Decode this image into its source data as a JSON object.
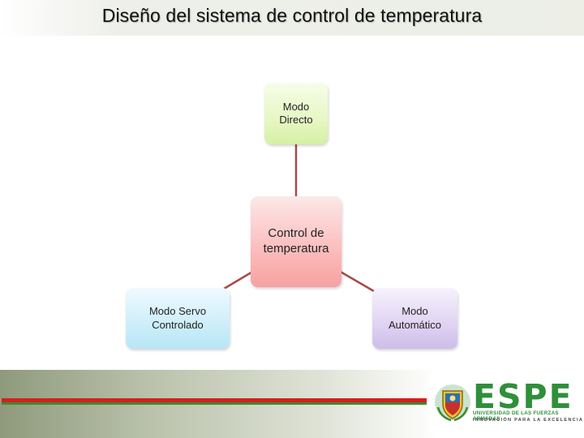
{
  "title": "Diseño del sistema de control de temperatura",
  "diagram": {
    "center": {
      "lines": [
        "Control de",
        "temperatura"
      ]
    },
    "top": {
      "lines": [
        "Modo",
        "Directo"
      ]
    },
    "left": {
      "lines": [
        "Modo Servo",
        "Controlado"
      ]
    },
    "right": {
      "lines": [
        "Modo",
        "Automático"
      ]
    }
  },
  "logo": {
    "wordmark": "ESPE",
    "line1": "UNIVERSIDAD DE LAS FUERZAS ARMADAS",
    "line2": "INNOVACIÓN PARA LA EXCELENCIA"
  },
  "colors": {
    "connector": "#a84a4a",
    "stripe_red": "#d32020",
    "stripe_green": "#3e8a2d",
    "logo_green": "#2f8f3a"
  }
}
